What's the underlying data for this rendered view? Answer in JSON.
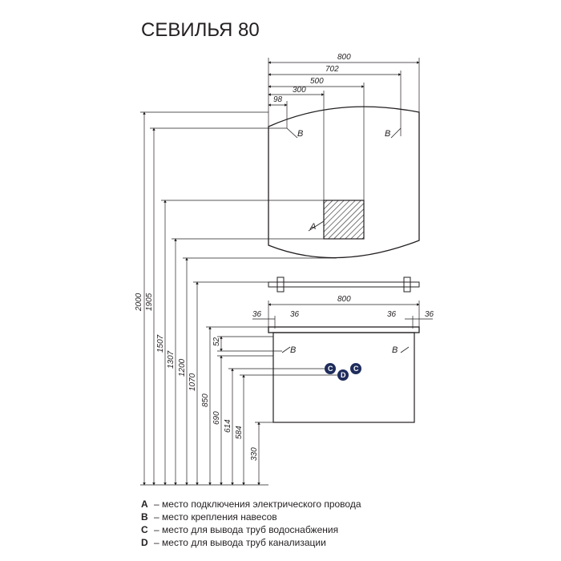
{
  "title": "СЕВИЛЬЯ 80",
  "mirror": {
    "widths": [
      "800",
      "702",
      "500",
      "300",
      "98"
    ],
    "heights": [
      "2000",
      "1905",
      "1507",
      "1307"
    ],
    "point_a": "A",
    "point_b": [
      "B",
      "B"
    ]
  },
  "shelf_cabinet": {
    "width": "800",
    "offsets": [
      "36",
      "36",
      "36",
      "36"
    ],
    "heights": [
      "1200",
      "1070",
      "850",
      "690",
      "614",
      "584",
      "330"
    ],
    "top_gap": "52",
    "point_b": [
      "B",
      "B"
    ],
    "pipes": [
      "C",
      "D",
      "C"
    ]
  },
  "legend": [
    {
      "key": "A",
      "text": "– место подключения электрического провода"
    },
    {
      "key": "B",
      "text": "– место крепления навесов"
    },
    {
      "key": "C",
      "text": "– место для вывода труб водоснабжения"
    },
    {
      "key": "D",
      "text": "– место для вывода труб канализации"
    }
  ],
  "colors": {
    "line": "#231f20",
    "marker": "#1f2d5c",
    "hatch": "#231f20"
  }
}
